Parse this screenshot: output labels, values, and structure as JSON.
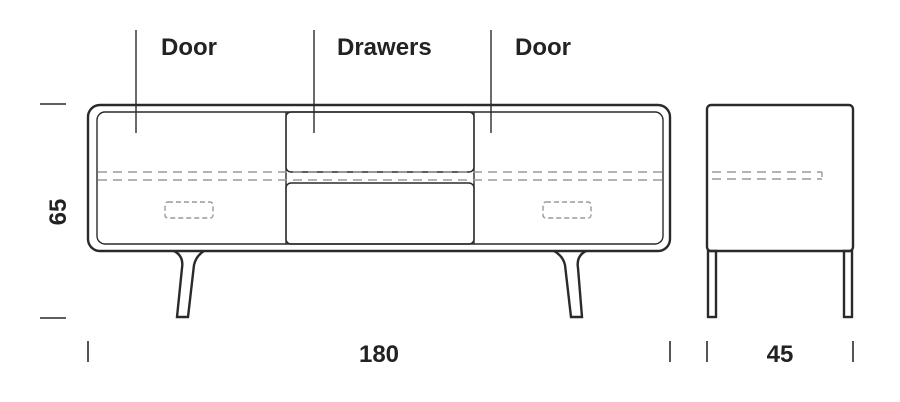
{
  "labels": {
    "left_door": "Door",
    "drawers": "Drawers",
    "right_door": "Door"
  },
  "dimensions": {
    "height": "65",
    "width": "180",
    "depth": "45"
  }
}
